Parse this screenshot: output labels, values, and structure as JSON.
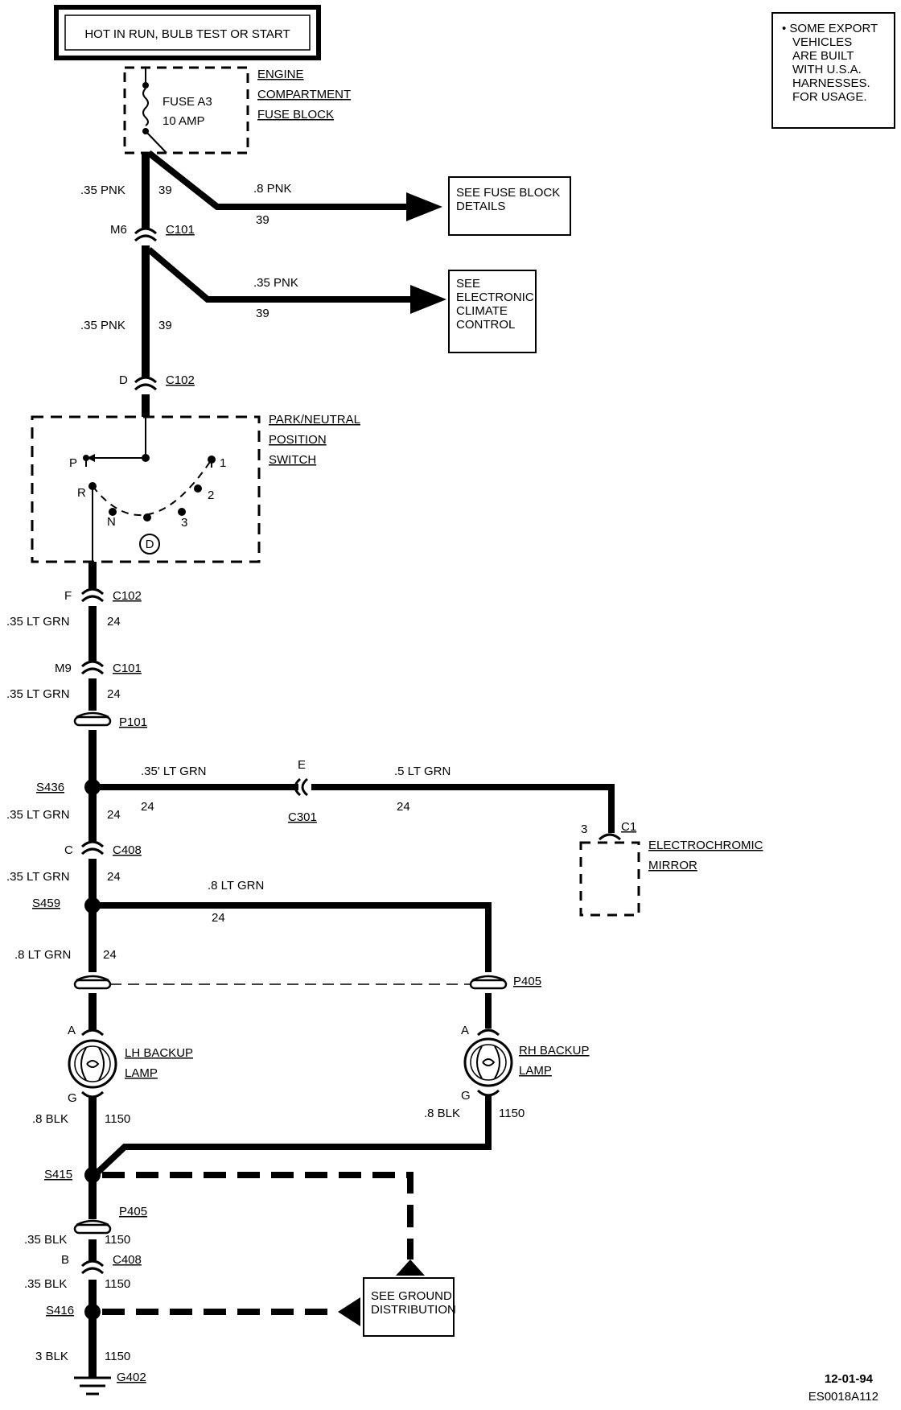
{
  "top_box": "HOT IN RUN, BULB TEST OR START",
  "note_lines": [
    "• SOME EXPORT",
    "VEHICLES",
    "ARE BUILT",
    "WITH U.S.A.",
    "HARNESSES.",
    "FOR USAGE."
  ],
  "fuse": {
    "name": "FUSE A3",
    "rating": "10 AMP"
  },
  "fuse_block_lines": [
    "ENGINE",
    "COMPARTMENT",
    "FUSE BLOCK"
  ],
  "wires": {
    "pnk_035": ".35 PNK",
    "pnk_08": ".8 PNK",
    "circuit_39": "39",
    "ltgrn_035": ".35 LT GRN",
    "ltgrn_035_alt": ".35' LT GRN",
    "ltgrn_05": ".5 LT GRN",
    "ltgrn_08": ".8 LT GRN",
    "circuit_24": "24",
    "blk_08": ".8 BLK",
    "blk_035": ".35 BLK",
    "blk_3": "3 BLK",
    "circuit_1150": "1150"
  },
  "boxes": {
    "fuse_details": [
      "SEE FUSE BLOCK",
      "DETAILS"
    ],
    "climate": [
      "SEE",
      "ELECTRONIC",
      "CLIMATE",
      "CONTROL"
    ],
    "ground": [
      "SEE GROUND",
      "DISTRIBUTION"
    ]
  },
  "connectors": {
    "m6": "M6",
    "c101": "C101",
    "d": "D",
    "c102": "C102",
    "f": "F",
    "m9": "M9",
    "p101": "P101",
    "e": "E",
    "c301": "C301",
    "c": "C",
    "c408": "C408",
    "p405": "P405",
    "a": "A",
    "g": "G",
    "b": "B",
    "three": "3",
    "c1": "C1"
  },
  "splices": {
    "s436": "S436",
    "s459": "S459",
    "s415": "S415",
    "s416": "S416",
    "g402": "G402"
  },
  "switch_lines": [
    "PARK/NEUTRAL",
    "POSITION",
    "SWITCH"
  ],
  "switch_positions": {
    "p": "P",
    "r": "R",
    "n": "N",
    "d_circle": "D",
    "one": "1",
    "two": "2",
    "three": "3"
  },
  "mirror_lines": [
    "ELECTROCHROMIC",
    "MIRROR"
  ],
  "lh_lamp_lines": [
    "LH BACKUP",
    "LAMP"
  ],
  "rh_lamp_lines": [
    "RH BACKUP",
    "LAMP"
  ],
  "date": "12-01-94",
  "code": "ES0018A112"
}
